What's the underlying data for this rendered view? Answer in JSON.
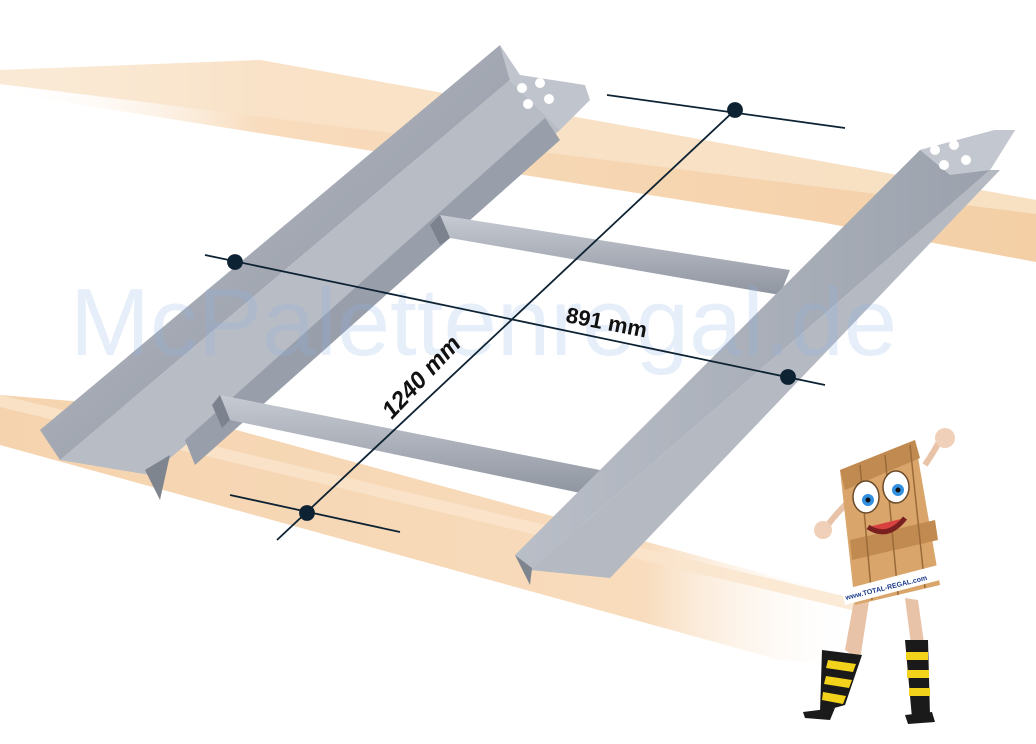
{
  "dimensions": {
    "width_label": "891 mm",
    "length_label": "1240 mm"
  },
  "watermark": "McPalettenregal.de",
  "mascot": {
    "banner": "www.TOTAL-REGAL.com"
  },
  "colors": {
    "beam": "#f7d7b4",
    "steel": "#a8adb8",
    "steel_dark": "#7c828d",
    "dimension_line": "#0d2233"
  }
}
